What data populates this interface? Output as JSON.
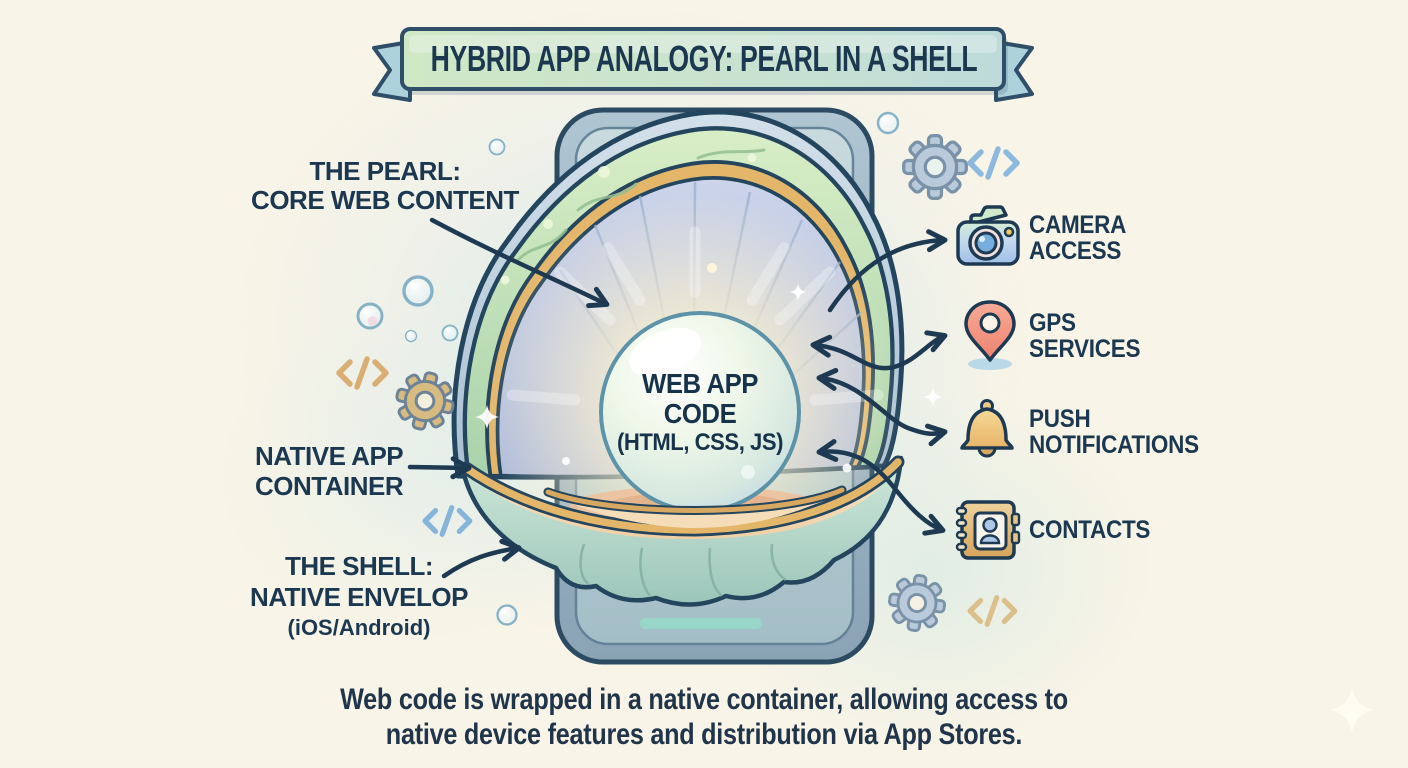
{
  "banner": {
    "title": "HYBRID APP ANALOGY: PEARL IN A SHELL"
  },
  "pearl": {
    "line1": "WEB APP",
    "line2": "CODE",
    "line3": "(HTML, CSS, JS)"
  },
  "labels": {
    "pearl": {
      "line1": "THE PEARL:",
      "line2": "CORE WEB CONTENT"
    },
    "container": {
      "line1": "NATIVE APP",
      "line2": "CONTAINER"
    },
    "shell": {
      "line1": "THE SHELL:",
      "line2": "NATIVE ENVELOP",
      "line3": "(iOS/Android)"
    }
  },
  "features": [
    {
      "icon": "camera-icon",
      "line1": "CAMERA",
      "line2": "ACCESS"
    },
    {
      "icon": "gps-pin-icon",
      "line1": "GPS",
      "line2": "SERVICES"
    },
    {
      "icon": "bell-icon",
      "line1": "PUSH",
      "line2": "NOTIFICATIONS"
    },
    {
      "icon": "contacts-book-icon",
      "line1": "CONTACTS",
      "line2": ""
    }
  ],
  "caption": {
    "line1": "Web code is wrapped in a native container, allowing access to",
    "line2": "native device features and distribution via App Stores."
  },
  "colors": {
    "text_navy": "#1c3850",
    "ribbon_green": "#cde6c6",
    "ribbon_blue_tail": "#aed2dc",
    "shell_gold": "#e3b66a",
    "shell_green": "#c9e4b8",
    "shell_interior": "#bcc8e0",
    "pearl_outline": "#5d93a8",
    "gps_coral": "#f2947e",
    "bell_amber": "#eec27c",
    "contacts_tan": "#ddb06a",
    "code_tan": "#d9ae72",
    "code_blue": "#86b5da",
    "gear_bluegray": "#b9cada",
    "gear_tan": "#d8bb80"
  }
}
